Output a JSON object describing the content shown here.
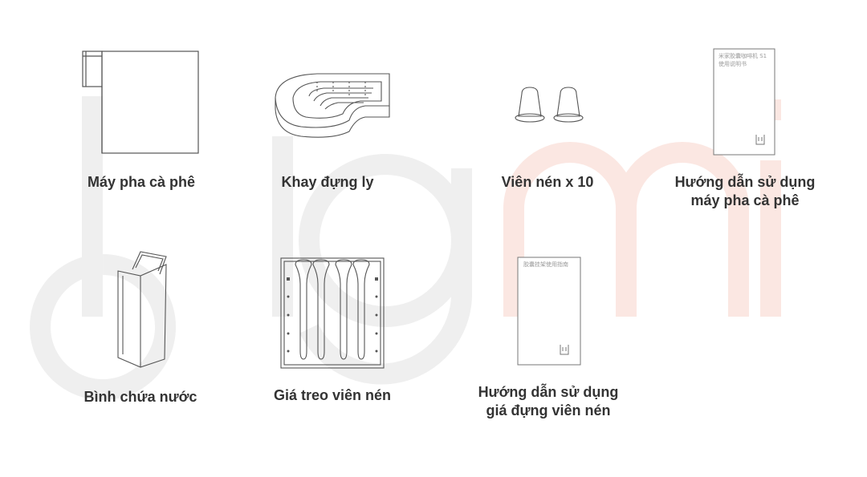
{
  "watermark": {
    "text": "bigmi",
    "colors": {
      "gray": "#ededed",
      "pink": "#fbe6e1"
    }
  },
  "items": [
    {
      "label": "Máy pha cà phê"
    },
    {
      "label": "Khay đựng ly"
    },
    {
      "label": "Viên nén x 10"
    },
    {
      "label_line1": "Hướng dẫn sử dụng",
      "label_line2": "máy pha cà phê",
      "booklet_line1": "米家胶囊咖啡机 S1",
      "booklet_line2": "使用说明书"
    },
    {
      "label": "Bình chứa nước"
    },
    {
      "label": "Giá treo viên nén"
    },
    {
      "label_line1": "Hướng dẫn sử dụng",
      "label_line2": "giá đựng viên nén",
      "booklet_line1": "胶囊挂架使用指南"
    }
  ],
  "colors": {
    "line": "#555555",
    "text": "#333333"
  }
}
